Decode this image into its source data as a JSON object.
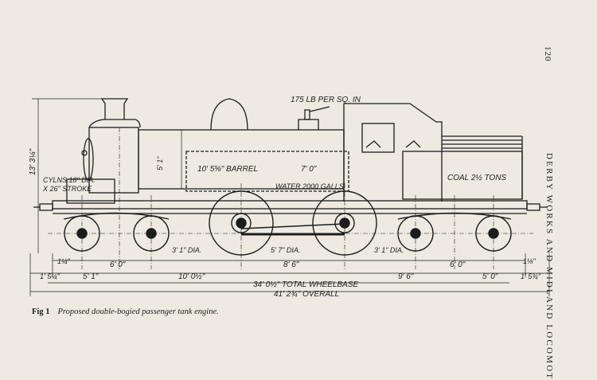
{
  "page": {
    "number": "120",
    "running_head": "DERBY WORKS AND MIDLAND LOCOMOT"
  },
  "caption": {
    "fig_label": "Fig 1",
    "text": "Proposed double-bogied passenger tank engine."
  },
  "labels": {
    "pressure": "175 LB PER SQ. IN",
    "cylinders_line1": "CYLNS 18\" DIA.",
    "cylinders_line2": "X 26\" STROKE",
    "height": "13' 3¼\"",
    "boiler_dia": "5' 1\"",
    "barrel": "10' 5⅝\" BARREL",
    "firebox": "7' 0\"",
    "water": "WATER 2000 GALLS",
    "coal": "COAL 2½ TONS",
    "bogie_wheel_front": "3' 1\" DIA.",
    "driving_wheel": "5' 7\" DIA.",
    "bogie_wheel_rear": "3' 1\" DIA.",
    "dim_front_overhang_top": "1¼\"",
    "dim_front_bogie": "6' 0\"",
    "dim_coupled": "8' 6\"",
    "dim_rear_bogie": "6' 0\"",
    "dim_rear_overhang_top": "1⅛\"",
    "dim_front_buffer": "1' 5¼\"",
    "dim_front_to_bogie": "5' 1\"",
    "dim_bogie_to_driver": "10' 0½\"",
    "dim_driver_to_bogie": "9' 6\"",
    "dim_rear_bogie_half": "5' 0\"",
    "dim_rear_buffer": "1' 5¾\"",
    "total_wheelbase": "34' 0½\" TOTAL WHEELBASE",
    "overall": "41' 2¾\" OVERALL"
  }
}
